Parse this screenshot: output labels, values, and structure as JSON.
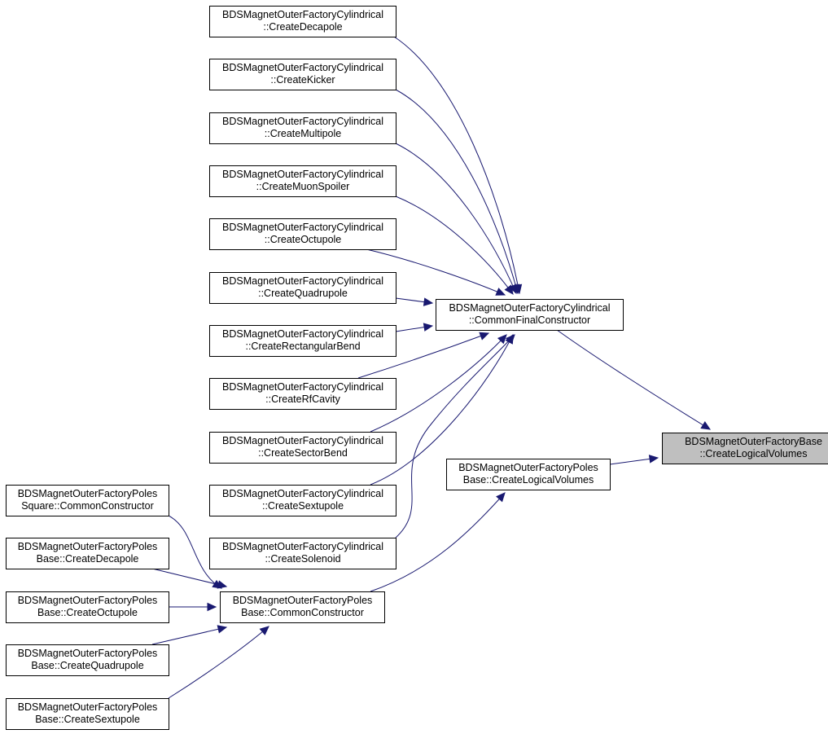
{
  "colors": {
    "edge": "#191970",
    "highlight_fill": "#bfbfbf",
    "node_fill": "#ffffff",
    "node_border": "#000000"
  },
  "nodes": [
    {
      "id": "base_create_logical_volumes",
      "line1": "BDSMagnetOuterFactoryBase",
      "line2": "::CreateLogicalVolumes",
      "highlight": true
    },
    {
      "id": "cyl_common_final_constructor",
      "line1": "BDSMagnetOuterFactoryCylindrical",
      "line2": "::CommonFinalConstructor"
    },
    {
      "id": "poles_base_create_logical_volumes",
      "line1": "BDSMagnetOuterFactoryPoles",
      "line2": "Base::CreateLogicalVolumes"
    },
    {
      "id": "cyl_create_decapole",
      "line1": "BDSMagnetOuterFactoryCylindrical",
      "line2": "::CreateDecapole"
    },
    {
      "id": "cyl_create_kicker",
      "line1": "BDSMagnetOuterFactoryCylindrical",
      "line2": "::CreateKicker"
    },
    {
      "id": "cyl_create_multipole",
      "line1": "BDSMagnetOuterFactoryCylindrical",
      "line2": "::CreateMultipole"
    },
    {
      "id": "cyl_create_muon_spoiler",
      "line1": "BDSMagnetOuterFactoryCylindrical",
      "line2": "::CreateMuonSpoiler"
    },
    {
      "id": "cyl_create_octupole",
      "line1": "BDSMagnetOuterFactoryCylindrical",
      "line2": "::CreateOctupole"
    },
    {
      "id": "cyl_create_quadrupole",
      "line1": "BDSMagnetOuterFactoryCylindrical",
      "line2": "::CreateQuadrupole"
    },
    {
      "id": "cyl_create_rectangular_bend",
      "line1": "BDSMagnetOuterFactoryCylindrical",
      "line2": "::CreateRectangularBend"
    },
    {
      "id": "cyl_create_rf_cavity",
      "line1": "BDSMagnetOuterFactoryCylindrical",
      "line2": "::CreateRfCavity"
    },
    {
      "id": "cyl_create_sector_bend",
      "line1": "BDSMagnetOuterFactoryCylindrical",
      "line2": "::CreateSectorBend"
    },
    {
      "id": "cyl_create_sextupole",
      "line1": "BDSMagnetOuterFactoryCylindrical",
      "line2": "::CreateSextupole"
    },
    {
      "id": "cyl_create_solenoid",
      "line1": "BDSMagnetOuterFactoryCylindrical",
      "line2": "::CreateSolenoid"
    },
    {
      "id": "poles_base_common_constructor",
      "line1": "BDSMagnetOuterFactoryPoles",
      "line2": "Base::CommonConstructor"
    },
    {
      "id": "poles_square_common_constructor",
      "line1": "BDSMagnetOuterFactoryPoles",
      "line2": "Square::CommonConstructor"
    },
    {
      "id": "poles_base_create_decapole",
      "line1": "BDSMagnetOuterFactoryPoles",
      "line2": "Base::CreateDecapole"
    },
    {
      "id": "poles_base_create_octupole",
      "line1": "BDSMagnetOuterFactoryPoles",
      "line2": "Base::CreateOctupole"
    },
    {
      "id": "poles_base_create_quadrupole",
      "line1": "BDSMagnetOuterFactoryPoles",
      "line2": "Base::CreateQuadrupole"
    },
    {
      "id": "poles_base_create_sextupole",
      "line1": "BDSMagnetOuterFactoryPoles",
      "line2": "Base::CreateSextupole"
    }
  ],
  "edges": [
    {
      "from": "cyl_common_final_constructor",
      "to": "base_create_logical_volumes"
    },
    {
      "from": "poles_base_create_logical_volumes",
      "to": "base_create_logical_volumes"
    },
    {
      "from": "cyl_create_decapole",
      "to": "cyl_common_final_constructor"
    },
    {
      "from": "cyl_create_kicker",
      "to": "cyl_common_final_constructor"
    },
    {
      "from": "cyl_create_multipole",
      "to": "cyl_common_final_constructor"
    },
    {
      "from": "cyl_create_muon_spoiler",
      "to": "cyl_common_final_constructor"
    },
    {
      "from": "cyl_create_octupole",
      "to": "cyl_common_final_constructor"
    },
    {
      "from": "cyl_create_quadrupole",
      "to": "cyl_common_final_constructor"
    },
    {
      "from": "cyl_create_rectangular_bend",
      "to": "cyl_common_final_constructor"
    },
    {
      "from": "cyl_create_rf_cavity",
      "to": "cyl_common_final_constructor"
    },
    {
      "from": "cyl_create_sector_bend",
      "to": "cyl_common_final_constructor"
    },
    {
      "from": "cyl_create_sextupole",
      "to": "cyl_common_final_constructor"
    },
    {
      "from": "cyl_create_solenoid",
      "to": "cyl_common_final_constructor"
    },
    {
      "from": "poles_base_common_constructor",
      "to": "poles_base_create_logical_volumes"
    },
    {
      "from": "poles_square_common_constructor",
      "to": "poles_base_common_constructor"
    },
    {
      "from": "poles_base_create_decapole",
      "to": "poles_base_common_constructor"
    },
    {
      "from": "poles_base_create_octupole",
      "to": "poles_base_common_constructor"
    },
    {
      "from": "poles_base_create_quadrupole",
      "to": "poles_base_common_constructor"
    },
    {
      "from": "poles_base_create_sextupole",
      "to": "poles_base_common_constructor"
    }
  ]
}
